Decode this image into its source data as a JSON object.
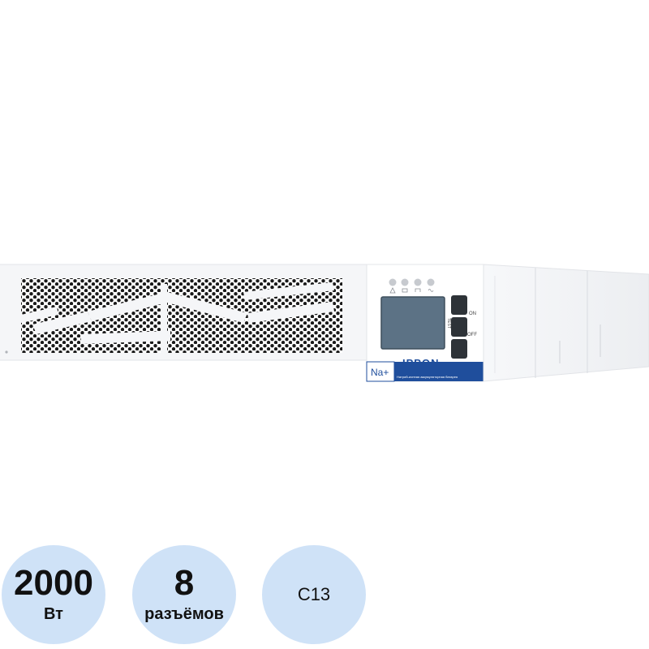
{
  "product": {
    "brand_logo": "IPPON",
    "model_badge": "Na+",
    "panel_caption": "Натрий-ионная аккумуляторная батарея",
    "buttons": {
      "on_label": "ON",
      "off_label": "OFF",
      "test_label": "TEST"
    },
    "indicator_icons": [
      "warning-icon",
      "battery-icon",
      "bypass-icon",
      "ac-icon"
    ],
    "colors": {
      "body": "#f4f5f7",
      "panel_blue": "#1f4e9c",
      "lcd": "#5c7285",
      "button": "#2e3338",
      "grille_holes": "#1a1a1a"
    }
  },
  "specs": [
    {
      "value": "2000",
      "unit": "Вт"
    },
    {
      "value": "8",
      "unit": "разъёмов"
    },
    {
      "value": "",
      "unit": "C13"
    }
  ],
  "badge_color": "#cfe2f7"
}
